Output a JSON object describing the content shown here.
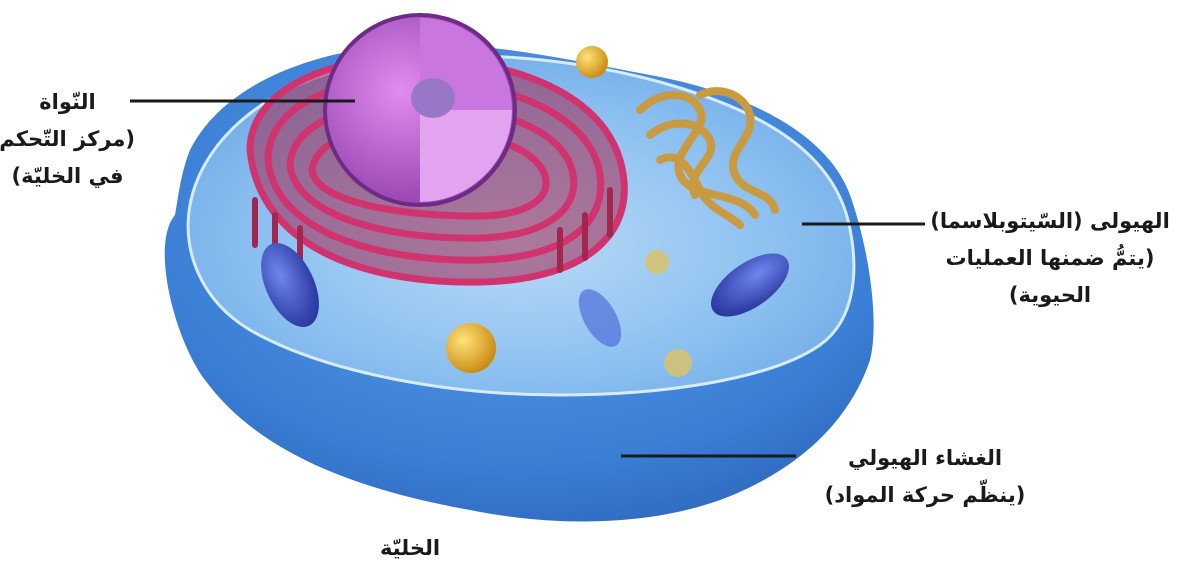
{
  "title": "الخليّة",
  "labels": {
    "nucleus": [
      "النّواة",
      "(مركز التّحكم",
      "في الخليّة)"
    ],
    "cytoplasm": [
      "الهيولى (السّيتوبلاسما)",
      "(يتمُّ ضمنها العمليات",
      "الحيوية)"
    ],
    "membrane": [
      "الغشاء الهيولي",
      "(ينظّم حركة المواد)"
    ]
  },
  "colors": {
    "cell_body": "#3b7fd6",
    "cell_rim": "#7fb6ee",
    "cytoplasm": "#8cc0f0",
    "nucleus": "#b85fd0",
    "er": "#d1336f",
    "golgi": "#c99a3f",
    "mitochondria": "#3e52c9",
    "vesicle": "#e0b025",
    "text": "#1a1a1a"
  }
}
